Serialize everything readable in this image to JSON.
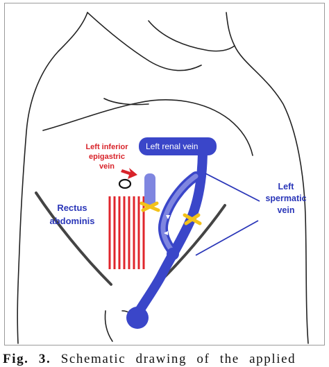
{
  "labels": {
    "left_inferior_epigastric_vein": [
      "Left inferior",
      "epigastric",
      "vein"
    ],
    "left_renal_vein": "Left renal vein",
    "left_spermatic_vein": [
      "Left",
      "spermatic",
      "vein"
    ],
    "rectus_abdominis": [
      "Rectus",
      "abdominis"
    ]
  },
  "caption": {
    "prefix": "Fig. 3.",
    "text": "Schematic drawing of the applied"
  },
  "colors": {
    "vein_blue": "#3a46c9",
    "vein_light_blue": "#7f86e0",
    "rectus_red": "#e0262c",
    "epigastric_label_red": "#d8232a",
    "spermatic_label_blue": "#2a36b8",
    "ligation_yellow": "#f3c21a",
    "outline_dark": "#222222",
    "groin_gray": "#444444"
  }
}
